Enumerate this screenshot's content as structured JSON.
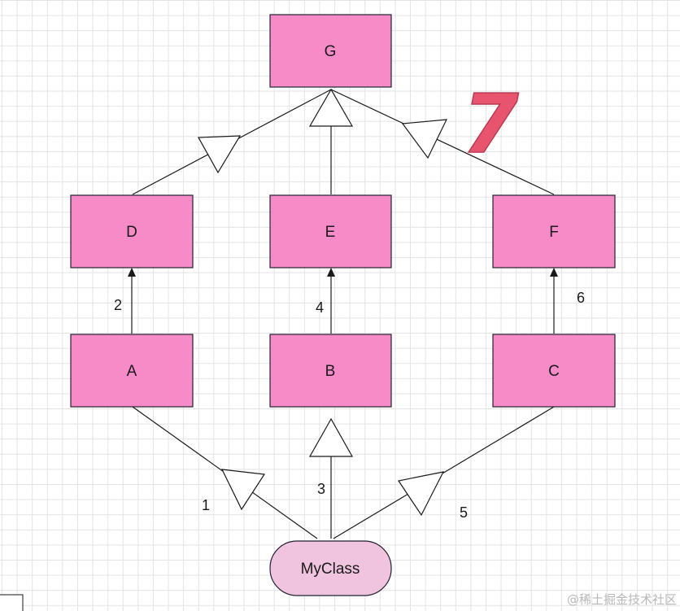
{
  "diagram": {
    "colors": {
      "box_fill": "#f78bc8",
      "box_stroke": "#222233",
      "pill_fill": "#f0c4df",
      "line": "#1a1a1a",
      "seven": "#e8546e"
    },
    "nodes": [
      {
        "id": "G",
        "label": "G"
      },
      {
        "id": "D",
        "label": "D"
      },
      {
        "id": "E",
        "label": "E"
      },
      {
        "id": "F",
        "label": "F"
      },
      {
        "id": "A",
        "label": "A"
      },
      {
        "id": "B",
        "label": "B"
      },
      {
        "id": "C",
        "label": "C"
      },
      {
        "id": "MyClass",
        "label": "MyClass"
      }
    ],
    "edge_labels": {
      "e1": "1",
      "e2": "2",
      "e3": "3",
      "e4": "4",
      "e5": "5",
      "e6": "6"
    },
    "annotation_seven": "7"
  },
  "watermark": "@稀土掘金技术社区"
}
